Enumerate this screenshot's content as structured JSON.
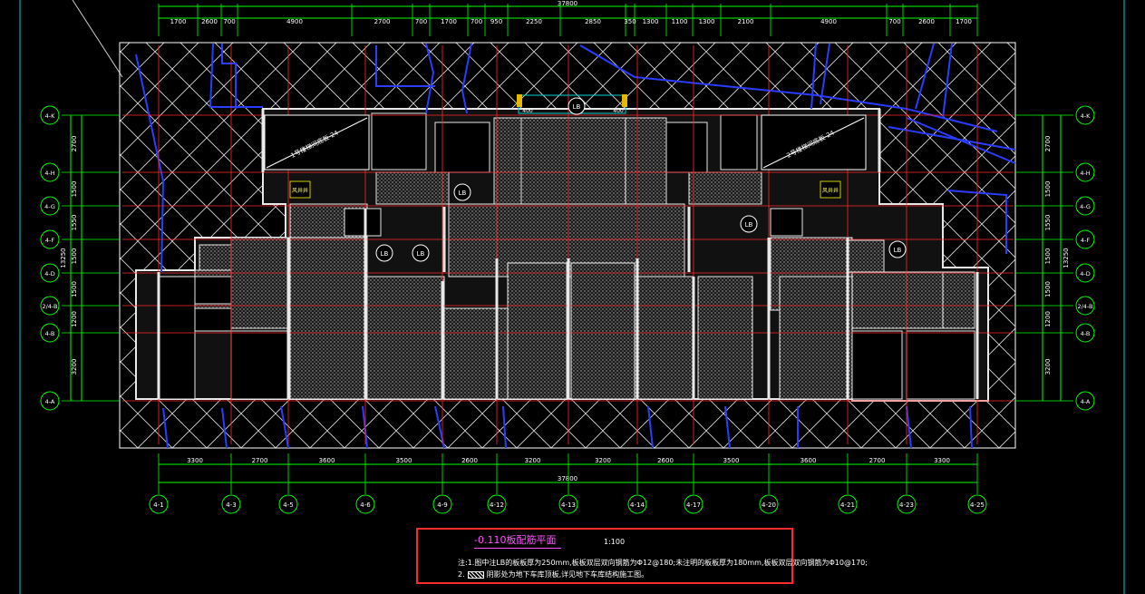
{
  "drawing": {
    "colors": {
      "background": "#000000",
      "dimension": "#00ff00",
      "axis_line": "#ff2a2a",
      "wall": "#e8e8e8",
      "slab_hatch": "#ffffff",
      "pipe": "#2a3cff",
      "cyan": "#00e0e0",
      "magenta": "#ff55ff",
      "frame": "#ff2a2a"
    },
    "overall_dim_top": "37800",
    "overall_dim_bottom": "37800",
    "top_dims": [
      "1700",
      "2600",
      "700",
      "4900",
      "2700",
      "700",
      "1700",
      "700",
      "950",
      "2250",
      "2850",
      "350",
      "1300",
      "1100",
      "1300",
      "2100",
      "4900",
      "700",
      "2600",
      "1700"
    ],
    "bottom_dims": [
      "3300",
      "2700",
      "3600",
      "3500",
      "2600",
      "3200",
      "3200",
      "2600",
      "3500",
      "3600",
      "2700",
      "3300"
    ],
    "grid_x_labels": [
      "4-1",
      "4-3",
      "4-5",
      "4-6",
      "4-9",
      "4-12",
      "4-13",
      "4-14",
      "4-17",
      "4-20",
      "4-21",
      "4-23",
      "4-25"
    ],
    "grid_y_labels": [
      "4-K",
      "4-H",
      "4-G",
      "4-F",
      "4-D",
      "2/4-B",
      "4-B",
      "4-A"
    ],
    "side_dims": [
      "2700",
      "1500",
      "1550",
      "1500",
      "1500",
      "1200",
      "3200"
    ],
    "side_total": "13250",
    "lb_tags": [
      "LB",
      "LB",
      "LB",
      "LB",
      "LB",
      "LB"
    ],
    "top_small_dims": [
      "400",
      "400"
    ],
    "stair_labels": [
      "1号楼梯间底板-24",
      "2号楼梯间底板-24"
    ],
    "shaft_labels": [
      "风井井",
      "风井井"
    ]
  },
  "notes": {
    "title": "-0.110板配筋平面",
    "scale": "1:100",
    "line1": "注:1.图中注LB的板板厚为250mm,板板双层双向钢筋为Φ12@180;未注明的板板厚为180mm,板板双层双向钢筋为Φ10@170;",
    "line2_prefix": "2.",
    "line2_text": "阴影处为地下车库顶板,详见地下车库结构施工图。"
  }
}
